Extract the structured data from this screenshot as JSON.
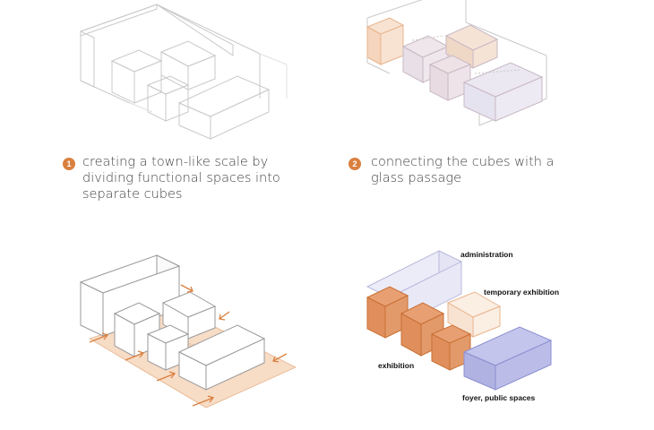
{
  "steps": [
    {
      "number": "1",
      "text": "creating a town-like scale by dividing functional spaces into separate cubes"
    },
    {
      "number": "2",
      "text": "connecting the cubes with a glass passage"
    }
  ],
  "labels": {
    "administration": "administration",
    "temporary_exhibition": "temporary exhibition",
    "exhibition": "exhibition",
    "foyer": "foyer, public spaces"
  },
  "colors": {
    "line": "#c9c9c9",
    "line_dark": "#9a9a9a",
    "orange": "#d9803f",
    "orange_light": "#f5d9c4",
    "orange_fill": "#e8a073",
    "blue_fill": "#b7b9e6",
    "blue_light": "#e7e7f6",
    "badge": "#d9803f"
  }
}
